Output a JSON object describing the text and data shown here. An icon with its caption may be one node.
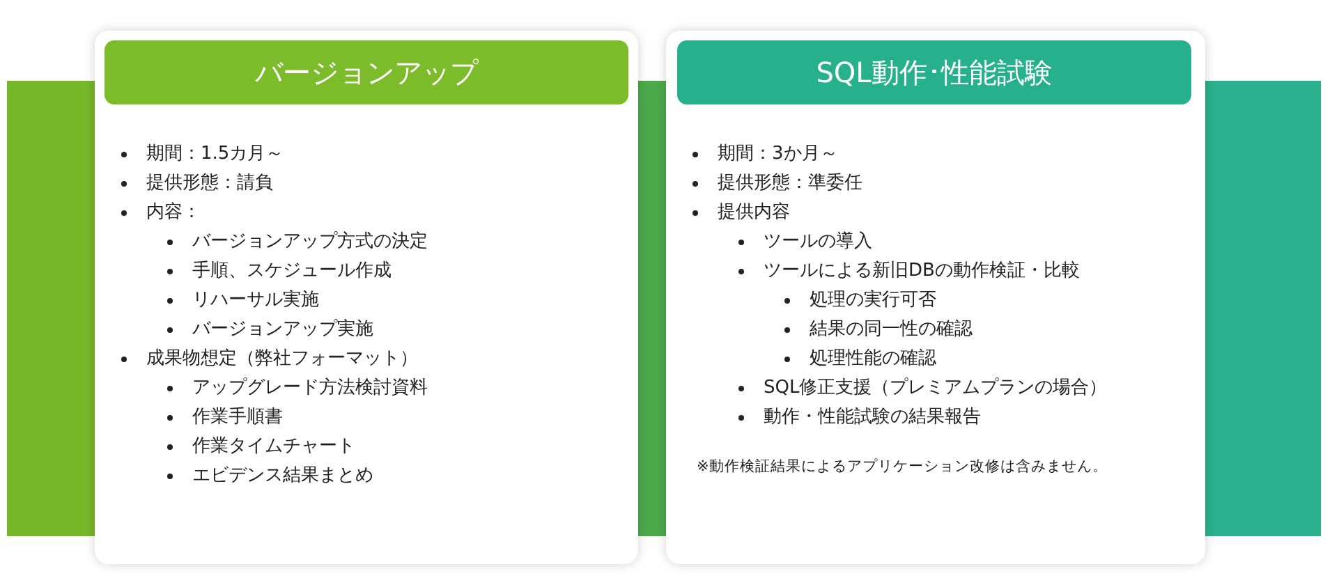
{
  "diagram": {
    "nodes": [
      {
        "text": [
          "期間：1.5カ月～",
          "提供形態：請負",
          "内容：",
          "バージョンアップ方式の決定",
          "手順、スケジュール作成",
          "リハーサル実施",
          "バージョンアップ実施",
          "成果物想定（弊社フォーマット）",
          "アップグレード方法検討資料",
          "作業手順書",
          "作業タイムチャート",
          "エビデンス結果まとめ"
        ]
      },
      {
        "text": [
          "バージョンアップ"
        ],
        "in": 0
      },
      {
        "text": [
          "期間：3か月～",
          "提供形態：準委任",
          "提供内容",
          "ツールの導入",
          "ツールによる新旧DBの動作検証・比較",
          "処理の実行可否",
          "結果の同一性の確認",
          "処理性能の確認",
          "SQL修正支援（プレミアムプランの場合）",
          "動作・性能試験の結果報告",
          "※動作検証結果によるアプリケーション改修は含みません。"
        ]
      },
      {
        "text": [
          "SQL動作･性能試験"
        ],
        "in": 2
      }
    ]
  }
}
